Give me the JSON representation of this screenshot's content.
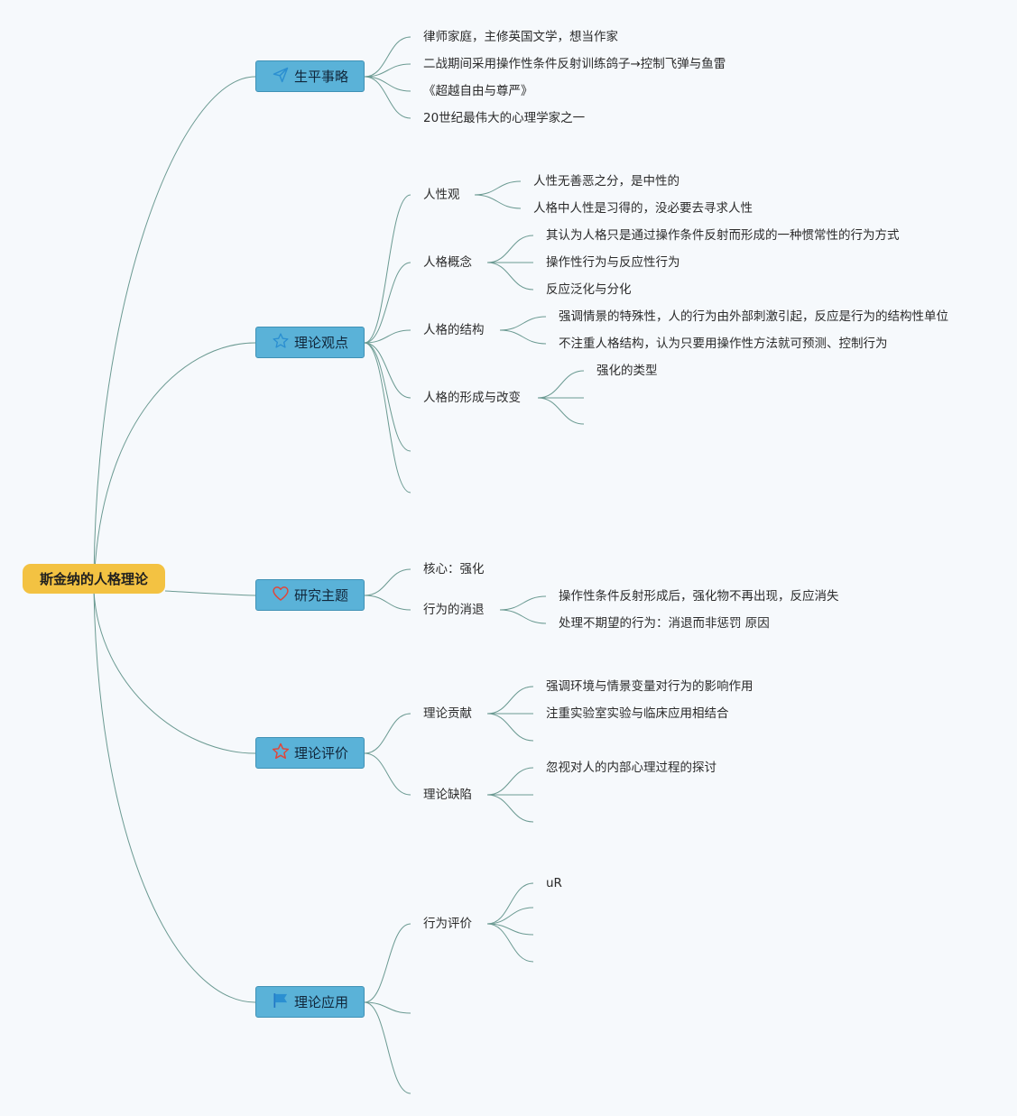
{
  "root": {
    "label": "斯金纳的人格理论"
  },
  "branches": [
    {
      "label": "生平事略",
      "icon": "paper-plane-icon",
      "items": [
        {
          "label": "律师家庭，主修英国文学，想当作家"
        },
        {
          "label": "二战期间采用操作性条件反射训练鸽子→控制飞弹与鱼雷"
        },
        {
          "label": "《超越自由与尊严》"
        },
        {
          "label": "20世纪最伟大的心理学家之一"
        }
      ]
    },
    {
      "label": "理论观点",
      "icon": "star-outline-icon",
      "items": [
        {
          "label": "人性观",
          "children": [
            "人性无善恶之分，是中性的",
            "人格中人性是习得的，没必要去寻求人性"
          ]
        },
        {
          "label": "人格概念",
          "children": [
            "其认为人格只是通过操作条件反射而形成的一种惯常性的行为方式",
            "操作性行为与反应性行为",
            "反应泛化与分化"
          ]
        },
        {
          "label": "人格的结构",
          "children": [
            "强调情景的特殊性，人的行为由外部刺激引起，反应是行为的结构性单位",
            "不注重人格结构，认为只要用操作性方法就可预测、控制行为"
          ]
        },
        {
          "label": "人格的形成与改变",
          "children": [
            "强化的类型",
            "",
            ""
          ]
        },
        {
          "label": ""
        },
        {
          "label": ""
        }
      ]
    },
    {
      "label": "研究主题",
      "icon": "heart-icon",
      "items": [
        {
          "label": "核心：强化"
        },
        {
          "label": "行为的消退",
          "children": [
            "操作性条件反射形成后，强化物不再出现，反应消失",
            "处理不期望的行为：消退而非惩罚 原因"
          ]
        }
      ]
    },
    {
      "label": "理论评价",
      "icon": "star-red-icon",
      "items": [
        {
          "label": "理论贡献",
          "children": [
            "强调环境与情景变量对行为的影响作用",
            "注重实验室实验与临床应用相结合",
            ""
          ]
        },
        {
          "label": "理论缺陷",
          "children": [
            "忽视对人的内部心理过程的探讨",
            "",
            ""
          ]
        }
      ]
    },
    {
      "label": "理论应用",
      "icon": "flag-icon",
      "items": [
        {
          "label": "行为评价",
          "children": [
            "uR",
            "",
            "",
            ""
          ]
        },
        {
          "label": ""
        },
        {
          "label": ""
        }
      ]
    }
  ],
  "colors": {
    "line": "#6b9a92",
    "root": "#f3c242",
    "branch": "#5ab2d8",
    "icon_blue": "#2b8fd1",
    "icon_red": "#e0463a"
  }
}
